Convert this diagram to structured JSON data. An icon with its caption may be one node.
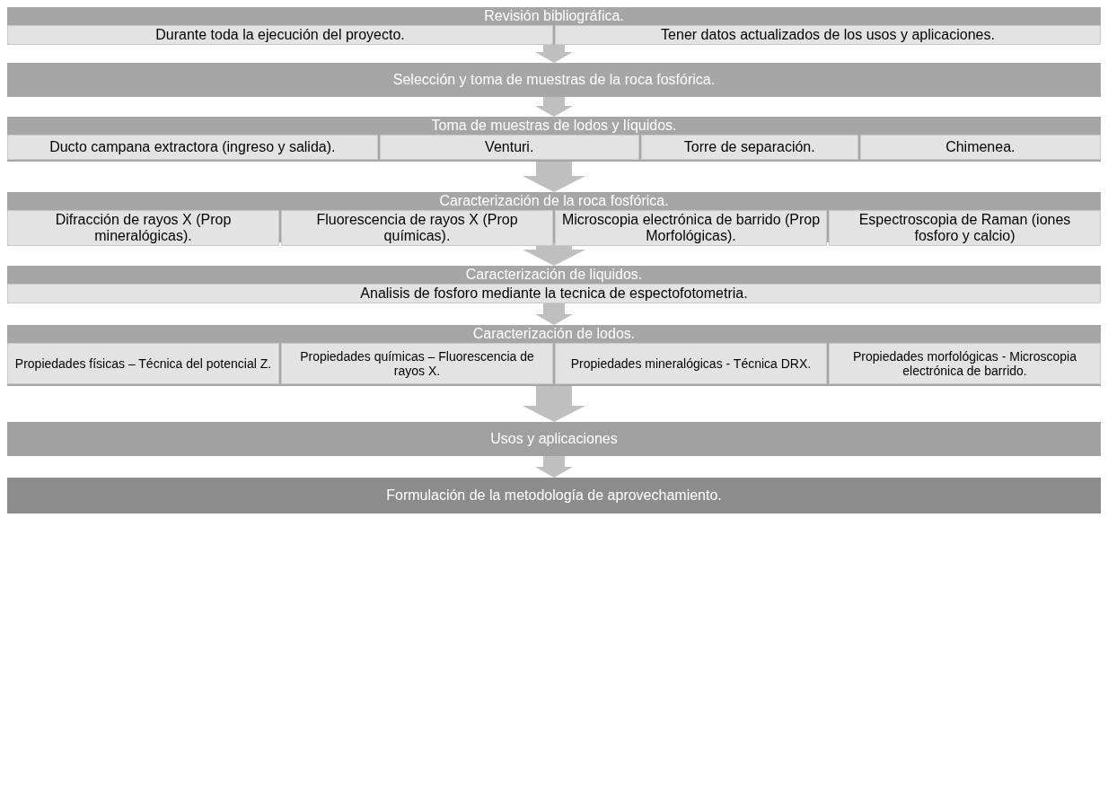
{
  "diagram": {
    "nodes": [
      {
        "text": [
          "Revisión bibliográfica."
        ]
      },
      {
        "text": [
          "Durante toda la ejecución del proyecto."
        ],
        "in": 0
      },
      {
        "text": [
          "Tener datos actualizados de los usos y aplicaciones."
        ],
        "in": 0
      },
      {
        "text": [
          "Selección y toma de muestras de la roca fosfórica."
        ]
      },
      {
        "text": [
          "Toma de muestras de lodos y líquidos."
        ]
      },
      {
        "text": [
          "Ducto campana extractora (ingreso y salida)."
        ],
        "in": 4
      },
      {
        "text": [
          "Venturi."
        ],
        "in": 4
      },
      {
        "text": [
          "Torre de separación."
        ],
        "in": 4
      },
      {
        "text": [
          "Chimenea."
        ],
        "in": 4
      },
      {
        "text": [
          "Caracterización de la roca fosfórica."
        ]
      },
      {
        "text": [
          "Difracción de rayos X (Prop mineralógicas)."
        ],
        "in": 9
      },
      {
        "text": [
          "Fluorescencia de rayos X (Prop químicas)."
        ],
        "in": 9
      },
      {
        "text": [
          "Microscopia electrónica de barrido (Prop Morfológicas)."
        ],
        "in": 9
      },
      {
        "text": [
          "Espectroscopia de Raman (iones fosforo y calcio)"
        ],
        "in": 9
      },
      {
        "text": [
          "Caracterización de liquidos."
        ]
      },
      {
        "text": [
          "Analisis de fosforo mediante la tecnica de espectofotometria."
        ],
        "in": 14
      },
      {
        "text": [
          "Caracterización de lodos."
        ]
      },
      {
        "text": [
          "Propiedades físicas – Técnica del potencial Z."
        ],
        "in": 16
      },
      {
        "text": [
          "Propiedades químicas – Fluorescencia de rayos X."
        ],
        "in": 16
      },
      {
        "text": [
          "Propiedades mineralógicas - Técnica DRX."
        ],
        "in": 16
      },
      {
        "text": [
          "Propiedades morfológicas - Microscopia electrónica de barrido."
        ],
        "in": 16
      },
      {
        "text": [
          "Usos y aplicaciones"
        ]
      },
      {
        "text": [
          "Formulación de la metodología de aprovechamiento."
        ]
      }
    ],
    "edges": [
      {
        "from": 0,
        "to": 3,
        "arrow": "to"
      },
      {
        "from": 3,
        "to": 4,
        "arrow": "to"
      },
      {
        "from": 4,
        "to": 9,
        "arrow": "to"
      },
      {
        "from": 9,
        "to": 14,
        "arrow": "to"
      },
      {
        "from": 14,
        "to": 16,
        "arrow": "to"
      },
      {
        "from": 16,
        "to": 21,
        "arrow": "to"
      },
      {
        "from": 21,
        "to": 22,
        "arrow": "to"
      }
    ]
  }
}
